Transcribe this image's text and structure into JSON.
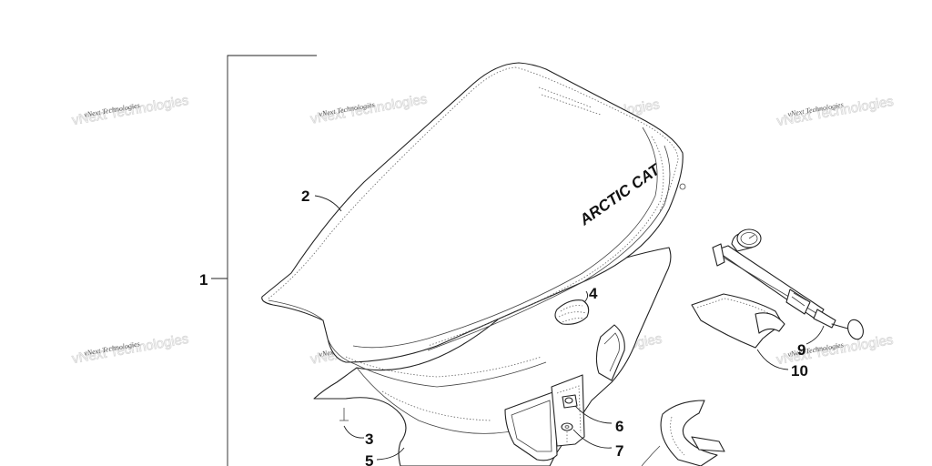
{
  "diagram": {
    "brand_text": "ARCTIC CAT",
    "watermark_text": "vNext Technologies",
    "callouts": {
      "c1": "1",
      "c2": "2",
      "c3": "3",
      "c4": "4",
      "c5": "5",
      "c6": "6",
      "c7": "7",
      "c9": "9",
      "c10": "10"
    }
  }
}
